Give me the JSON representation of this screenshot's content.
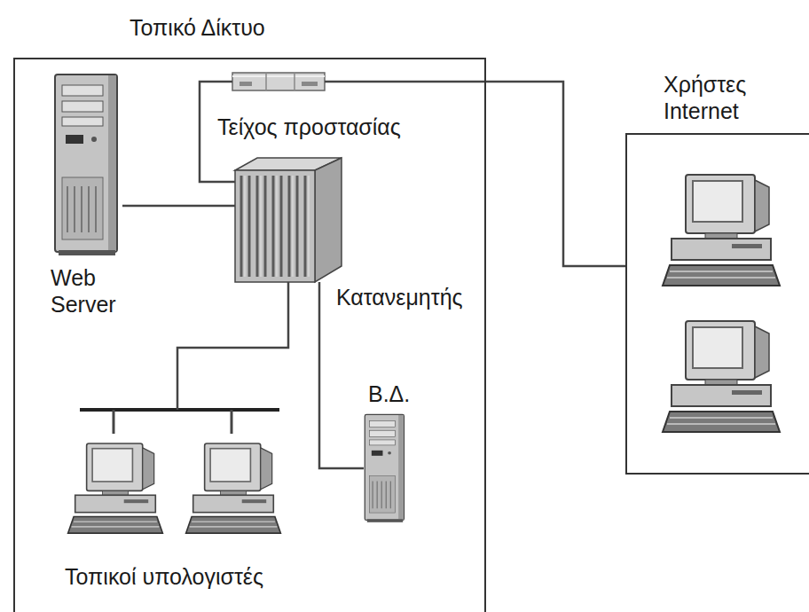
{
  "diagram": {
    "nodes": [
      {
        "text": [
          "Τοπικό Δίκτυο"
        ]
      },
      {
        "text": [
          "Web Server"
        ],
        "in": 0
      },
      {
        "text": [
          "Τείχος προστασίας"
        ],
        "in": 0
      },
      {
        "text": [
          "Κατανεμητής"
        ],
        "in": 0
      },
      {
        "text": [
          "Β.Δ."
        ],
        "in": 0
      },
      {
        "text": [
          "Τοπικοί υπολογιστές"
        ],
        "in": 0
      },
      {
        "text": [
          "Χρήστες Internet"
        ]
      }
    ],
    "edges": [
      {
        "from": 1,
        "to": 3,
        "arrow": "none"
      },
      {
        "from": 2,
        "to": 3,
        "arrow": "none"
      },
      {
        "from": 2,
        "to": 6,
        "arrow": "none"
      },
      {
        "from": 3,
        "to": 5,
        "arrow": "none"
      },
      {
        "from": 3,
        "to": 4,
        "arrow": "none"
      }
    ]
  }
}
